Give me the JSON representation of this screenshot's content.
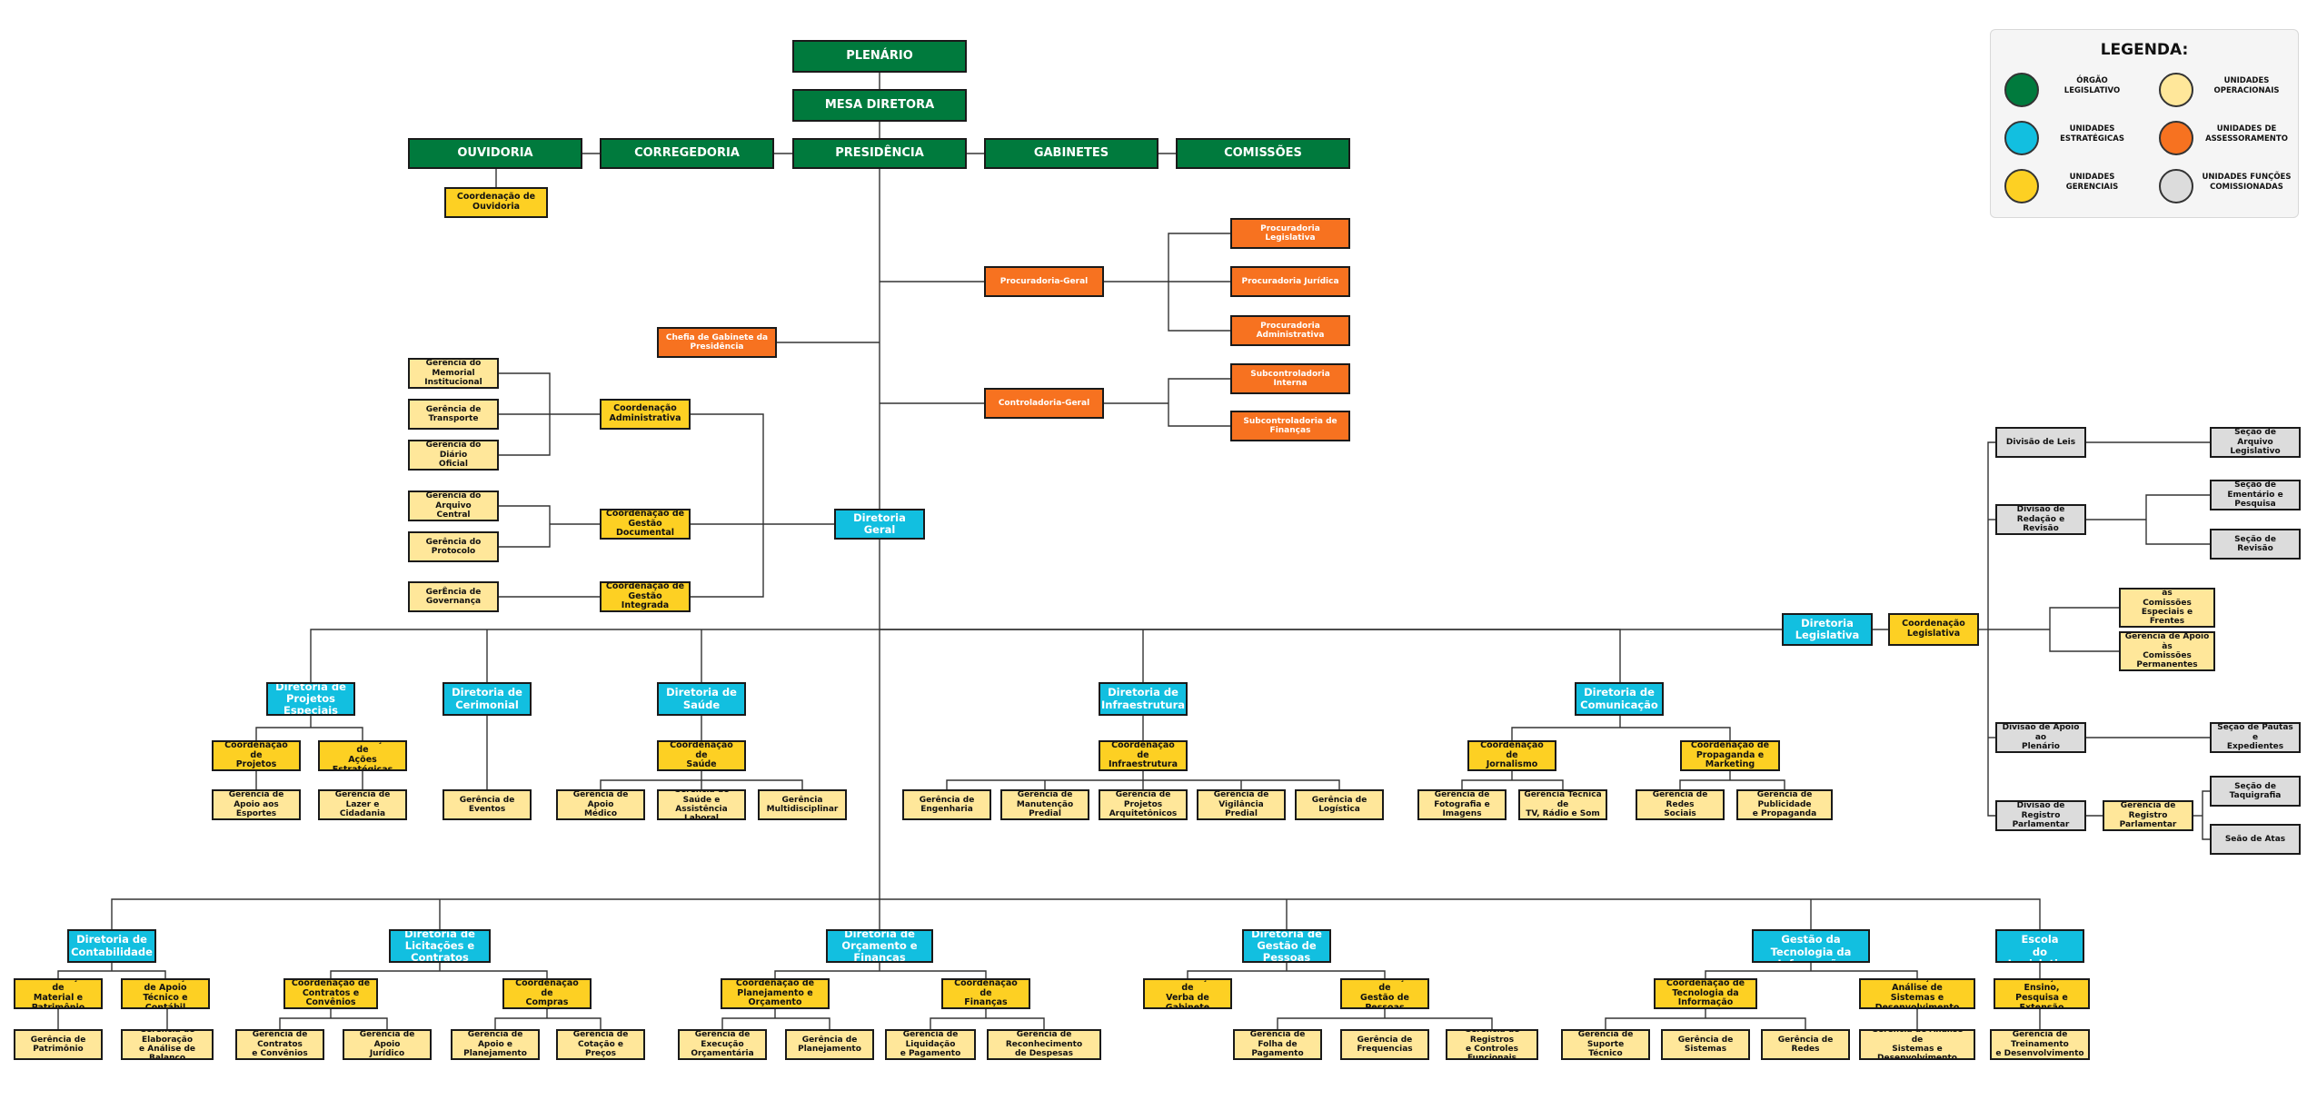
{
  "legend": {
    "title": "LEGENDA:",
    "items": [
      {
        "label": "ÓRGÃO\nLEGISLATIVO",
        "color": "#007a3d"
      },
      {
        "label": "UNIDADES\nOPERACIONAIS",
        "color": "#ffe79a"
      },
      {
        "label": "UNIDADES\nESTRATÉGICAS",
        "color": "#12bfe0"
      },
      {
        "label": "UNIDADES DE\nASSESSORAMENTO",
        "color": "#f77220"
      },
      {
        "label": "UNIDADES\nGERENCIAIS",
        "color": "#fdd023"
      },
      {
        "label": "UNIDADES FUNÇÕES\nCOMISSIONADAS",
        "color": "#dcdcdc"
      }
    ]
  },
  "nodes": {
    "plenario": "PLENÁRIO",
    "mesa_diretora": "MESA DIRETORA",
    "ouvidoria": "OUVIDORIA",
    "corregedoria": "CORREGEDORIA",
    "presidencia": "PRESIDÊNCIA",
    "gabinetes": "GABINETES",
    "comissoes": "COMISSÕES",
    "coord_ouvidoria": "Coordenação de\nOuvidoria",
    "procuradoria_geral": "Procuradoria-Geral",
    "procuradoria_legislativa": "Procuradoria\nLegislativa",
    "procuradoria_juridica": "Procuradoria Jurídica",
    "procuradoria_administrativa": "Procuradoria\nAdministrativa",
    "chefia_gabinete": "Chefia de Gabinete da\nPresidência",
    "controladoria_geral": "Controladoria-Geral",
    "subcontroladoria_interna": "Subcontroladoria Interna",
    "subcontroladoria_financas": "Subcontroladoria de\nFinanças",
    "ger_memorial": "Gerência do Memorial\nInstitucional",
    "ger_transporte": "Gerência de\nTransporte",
    "ger_diario": "Gerência do Diário\nOficial",
    "coord_administrativa": "Coordenação\nAdministrativa",
    "ger_arquivo_central": "Gerência do Arquivo\nCentral",
    "ger_protocolo": "Gerência do Protocolo",
    "coord_gestao_documental": "Coordenação de\nGestão Documental",
    "ger_governanca": "GerÊncia de\nGovernança",
    "coord_gestao_integrada": "Coordenação de\nGestão Integrada",
    "diretoria_geral": "Diretoria Geral",
    "div_leis": "Divisão de Leis",
    "sec_arquivo_legislativo": "Seção de Arquivo\nLegislativo",
    "div_redacao": "Divisão de Redação e\nRevisão",
    "sec_ementario": "Seção de Ementário e\nPesquisa",
    "sec_revisao": "Seção de Revisão",
    "diretoria_legislativa": "Diretoria\nLegislativa",
    "coord_legislativa": "Coordenação\nLegislativa",
    "ger_apoio_comissoes_especiais": "Gerência de Apoio às\nComissões Especiais e\nFrentes Parlamentares",
    "ger_apoio_comissoes_permanentes": "Gerência de Apoio às\nComissões\nPermanentes",
    "div_apoio_plenario": "Divisão de Apoio ao\nPlenário",
    "sec_pautas": "Seção de Pautas e\nExpedientes",
    "sec_taquigrafia": "Seção de Taquigrafia",
    "div_registro": "Divisão de Registro\nParlamentar",
    "ger_registro": "Gerência de Registro\nParlamentar",
    "sec_atas": "Seão de Atas",
    "dir_projetos_especiais": "Diretoria de\nProjetos Especiais",
    "coord_projetos": "Coordenação de\nProjetos",
    "coord_acoes_estrategicas": "Coordenação de\nAções Estratégicas",
    "ger_apoio_esportes": "Gerência de Apoio aos\nEsportes",
    "ger_lazer": "Gerência de Lazer e\nCidadania",
    "dir_cerimonial": "Diretoria de\nCerimonial",
    "ger_eventos": "Gerência de Eventos",
    "dir_saude": "Diretoria de Saúde",
    "coord_saude": "Coordenação de\nSaúde",
    "ger_apoio_medico": "Gerência de Apoio\nMédico",
    "ger_saude_assistencia": "Gerência de Saúde e\nAssistência Laboral",
    "ger_multidisciplinar": "Gerência\nMultidisciplinar",
    "dir_infraestrutura": "Diretoria de\nInfraestrutura",
    "coord_infraestrutura": "Coordenação de\nInfraestrutura",
    "ger_engenharia": "Gerência de\nEngenharia",
    "ger_manutencao": "Gerência de\nManutenção Predial",
    "ger_projetos_arq": "Gerência de Projetos\nArquitetônicos",
    "ger_vigilancia": "Gerência de Vigilância\nPredial",
    "ger_logistica": "Gerência de Logística",
    "dir_comunicacao": "Diretoria de\nComunicação",
    "coord_jornalismo": "Coordenação de\nJornalismo",
    "coord_propaganda": "Coordenação de\nPropaganda e Marketing",
    "ger_fotografia": "Gerência de\nFotografia e Imagens",
    "ger_tecnica_tv": "Gerência Técnica de\nTV, Rádio e Som",
    "ger_redes_sociais": "Gerência de Redes\nSociais",
    "ger_publicidade": "Gerência de Publicidade\ne Propaganda",
    "dir_contabilidade": "Diretoria de\nContabilidade",
    "coord_material": "Coordenação de\nMaterial e Patrimônio",
    "coord_apoio_tecnico": "Coordenação de Apoio\nTécnico e Contábil",
    "ger_patrimonio": "Gerência de\nPatrimônio",
    "ger_balanco": "Gerência de Elaboração\ne Análise de Balanço",
    "dir_licitacoes": "Diretoria de\nLicitações e Contratos",
    "coord_contratos": "Coordenação de\nContratos e Convênios",
    "coord_compras": "Coordenação de\nCompras",
    "ger_contratos": "Gerência de Contratos\ne Convênios",
    "ger_apoio_juridico": "Gerência de Apoio\nJurídico",
    "ger_apoio_planejamento": "Gerência de Apoio e\nPlanejamento",
    "ger_cotacao": "Gerência de Cotação e\nPreços",
    "dir_orcamento": "Diretoria de\nOrçamento e Finanças",
    "coord_planejamento_orc": "Coordenação de\nPlanejamento e Orçamento",
    "coord_financas": "Coordenação de\nFinanças",
    "ger_execucao_orc": "Gerência de Execução\nOrçamentária",
    "ger_planejamento": "Gerência de\nPlanejamento",
    "ger_liquidacao": "Gerência de Liquidação\ne Pagamento",
    "ger_reconhecimento": "Gerência de Reconhecimento\nde Despesas",
    "dir_gestao_pessoas": "Diretoria de\nGestão de Pessoas",
    "coord_verba_gabinete": "Coordenação de\nVerba de Gabinete",
    "coord_gestao_pessoas": "Coordenação de\nGestão de Pessoas",
    "ger_folha": "Gerência de Folha de\nPagamento",
    "ger_frequencias": "Gerência de\nFrequencias",
    "ger_registros_funcionais": "Gerência de Registros\ne Controles Funcionais",
    "dir_ti": "Diretoria de Gestão da\nTecnologia da Informação",
    "coord_ti": "Coordenação de\nTecnologia da Informação",
    "coord_analise_sistemas": "Coordenação de Análise de\nSistemas e Desenvolvimento",
    "ger_suporte": "Gerência de Suporte\nTécnico",
    "ger_sistemas": "Gerência de Sistemas",
    "ger_redes": "Gerência de Redes",
    "ger_analise_sistemas": "Gerência de Análise de\nSistemas e Desenvolvimento",
    "dir_escola": "Diretoria da Escola\ndo Legislativo",
    "coord_ensino": "Coordenação de Ensino,\nPesquisa e Extensão",
    "ger_treinamento": "Gerência de Treinamento\ne Desenvolvimento"
  }
}
